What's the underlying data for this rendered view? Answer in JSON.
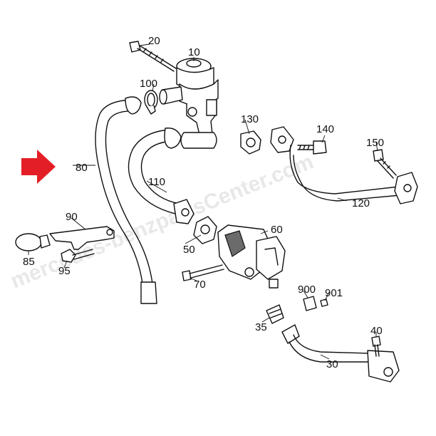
{
  "diagram": {
    "watermark": "mercedes-benzpartsCenter.com",
    "callout_color": "#e41e26",
    "labels": {
      "p10": "10",
      "p20": "20",
      "p30": "30",
      "p35": "35",
      "p40": "40",
      "p50": "50",
      "p60": "60",
      "p70": "70",
      "p80": "80",
      "p85": "85",
      "p90": "90",
      "p95": "95",
      "p100": "100",
      "p110": "110",
      "p120": "120",
      "p130": "130",
      "p140": "140",
      "p150": "150",
      "p900": "900",
      "p901": "901"
    }
  }
}
